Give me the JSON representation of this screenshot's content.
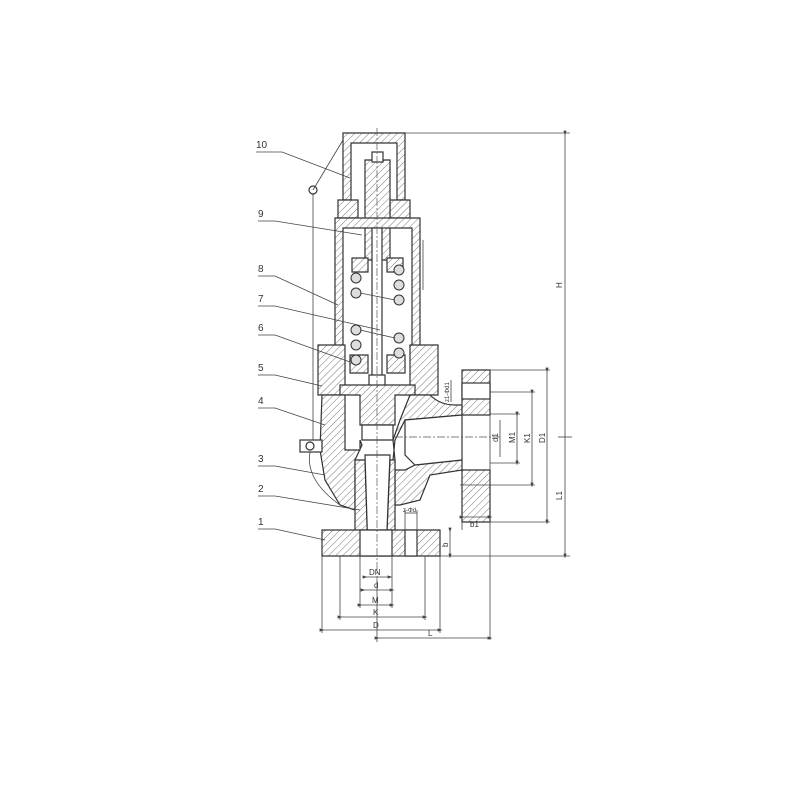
{
  "part_labels": [
    "1",
    "2",
    "3",
    "4",
    "5",
    "6",
    "7",
    "8",
    "9",
    "10"
  ],
  "dimensions": {
    "H": "H",
    "L1": "L1",
    "L": "L",
    "D": "D",
    "K": "K",
    "M": "M",
    "d": "d",
    "DN": "DN",
    "b": "b",
    "b1": "b1",
    "D1": "D1",
    "K1": "K1",
    "M1": "M1",
    "d1": "d1",
    "z_phi_d": "z-Φd",
    "z1_phi_d1": "z1-Φd1"
  }
}
